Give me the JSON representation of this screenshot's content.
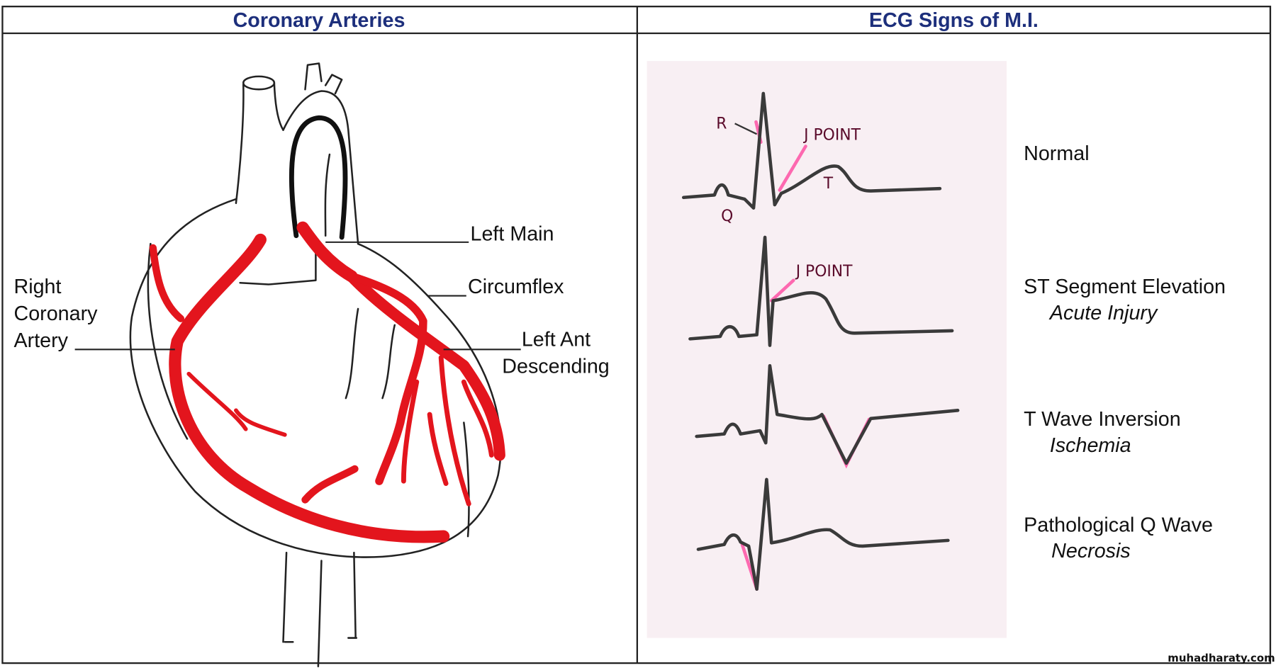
{
  "left_panel": {
    "title": "Coronary Arteries",
    "labels": {
      "left_main": "Left Main",
      "circumflex": "Circumflex",
      "left_ant_line1": "Left Ant",
      "left_ant_line2": "Descending",
      "rca_line1": "Right",
      "rca_line2": "Coronary",
      "rca_line3": "Artery"
    }
  },
  "right_panel": {
    "title": "ECG Signs of M.I.",
    "annotations": {
      "r": "R",
      "j_point": "J POINT",
      "q": "Q",
      "t": "T",
      "j_point_2": "J POINT"
    },
    "signs": [
      {
        "name": "Normal",
        "meaning": ""
      },
      {
        "name": "ST Segment Elevation",
        "meaning": "Acute Injury"
      },
      {
        "name": "T Wave Inversion",
        "meaning": "Ischemia"
      },
      {
        "name": "Pathological Q Wave",
        "meaning": "Necrosis"
      }
    ]
  },
  "watermark": "muhadharaty.com",
  "colors": {
    "title": "#1d2f7c",
    "artery": "#e3151d",
    "highlight": "#ff3c9a",
    "ecg_panel": "#f8eff3"
  }
}
